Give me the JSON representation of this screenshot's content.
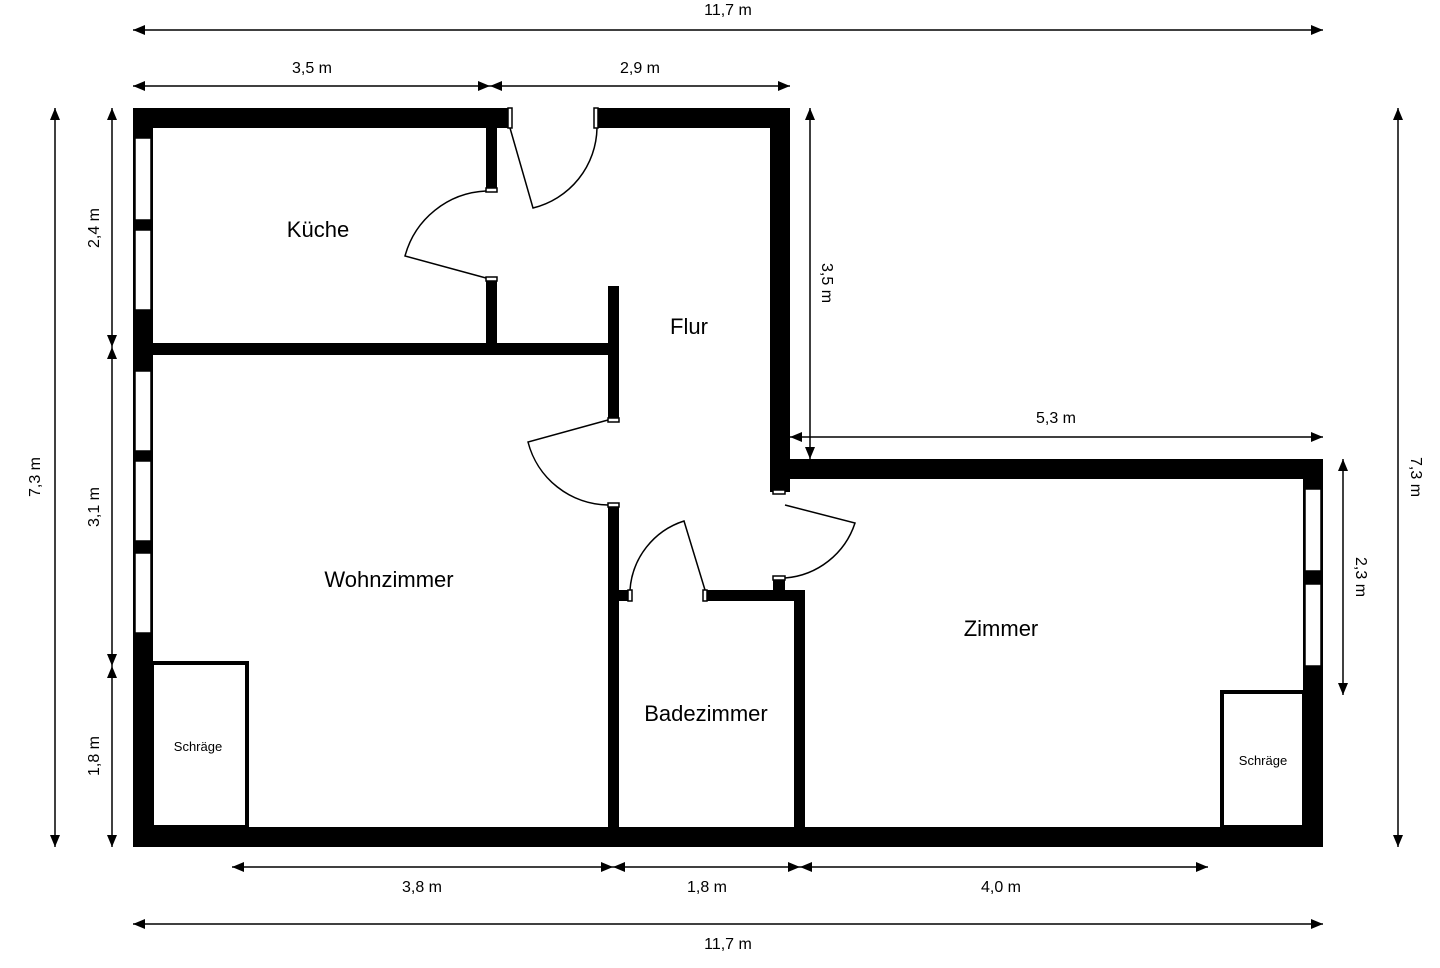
{
  "rooms": {
    "kueche": "Küche",
    "flur": "Flur",
    "wohnzimmer": "Wohnzimmer",
    "badezimmer": "Badezimmer",
    "zimmer": "Zimmer",
    "schraege_left": "Schräge",
    "schraege_right": "Schräge"
  },
  "dimensions": {
    "total_top": "11,7 m",
    "total_bottom": "11,7 m",
    "top_kueche": "3,5 m",
    "top_flur": "2,9 m",
    "zimmer_top": "5,3 m",
    "bottom_wohnzimmer": "3,8 m",
    "bottom_badezimmer": "1,8 m",
    "bottom_zimmer": "4,0 m",
    "left_total": "7,3 m",
    "right_total": "7,3 m",
    "left_kueche": "2,4 m",
    "left_wohnzimmer": "3,1 m",
    "left_schraege": "1,8 m",
    "flur_right": "3,5 m",
    "zimmer_window": "2,3 m"
  }
}
